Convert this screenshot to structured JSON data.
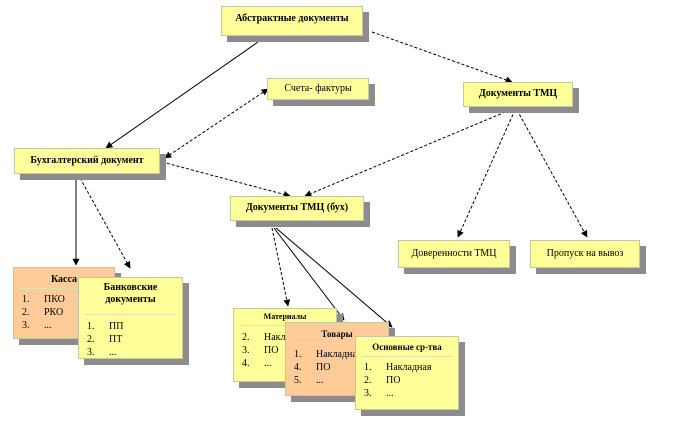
{
  "nodes": {
    "abstract": {
      "title": "Абстрактные документы"
    },
    "invoices": {
      "label": "Счета- фактуры"
    },
    "tmc": {
      "title": "Документы ТМЦ"
    },
    "accounting": {
      "title": "Бухгалтерский документ"
    },
    "tmc_buh": {
      "title": "Документы ТМЦ (бух)"
    },
    "trust": {
      "label": "Доверенности ТМЦ"
    },
    "pass": {
      "label": "Пропуск на вывоз"
    },
    "kassa": {
      "title": "Касса",
      "items": [
        {
          "n": "1.",
          "t": "ПКО"
        },
        {
          "n": "2.",
          "t": "РКО"
        },
        {
          "n": "3.",
          "t": "..."
        }
      ]
    },
    "bank": {
      "title": "Банковские документы",
      "items": [
        {
          "n": "1.",
          "t": "ПП"
        },
        {
          "n": "2.",
          "t": "ПТ"
        },
        {
          "n": "3.",
          "t": "..."
        }
      ]
    },
    "materials": {
      "title": "Материалы",
      "items": [
        {
          "n": "2.",
          "t": "Накладная"
        },
        {
          "n": "3.",
          "t": "ПО"
        },
        {
          "n": "4.",
          "t": "..."
        }
      ]
    },
    "goods": {
      "title": "Товары",
      "items": [
        {
          "n": "1.",
          "t": "Накладная"
        },
        {
          "n": "4.",
          "t": "ПО"
        },
        {
          "n": "5.",
          "t": "..."
        }
      ]
    },
    "fixed_assets": {
      "title": "Основные ср-тва",
      "items": [
        {
          "n": "1.",
          "t": "Накладная"
        },
        {
          "n": "2.",
          "t": "ПО"
        },
        {
          "n": "3.",
          "t": "..."
        }
      ]
    }
  },
  "edges": [
    {
      "from": "abstract",
      "to": "accounting",
      "style": "solid"
    },
    {
      "from": "abstract",
      "to": "tmc",
      "style": "dashed"
    },
    {
      "from": "accounting",
      "to": "invoices",
      "style": "dashed",
      "bidirectional": true
    },
    {
      "from": "accounting",
      "to": "tmc_buh",
      "style": "dashed"
    },
    {
      "from": "accounting",
      "to": "kassa",
      "style": "solid"
    },
    {
      "from": "accounting",
      "to": "bank",
      "style": "dashed"
    },
    {
      "from": "tmc",
      "to": "tmc_buh",
      "style": "dashed"
    },
    {
      "from": "tmc",
      "to": "trust",
      "style": "dashed"
    },
    {
      "from": "tmc",
      "to": "pass",
      "style": "dashed"
    },
    {
      "from": "tmc_buh",
      "to": "materials",
      "style": "dashed"
    },
    {
      "from": "tmc_buh",
      "to": "goods",
      "style": "solid"
    },
    {
      "from": "tmc_buh",
      "to": "fixed_assets",
      "style": "solid"
    }
  ],
  "colors": {
    "note_yellow": "#ffff99",
    "note_orange": "#ffcc99",
    "shadow": "#8c8c8c"
  }
}
